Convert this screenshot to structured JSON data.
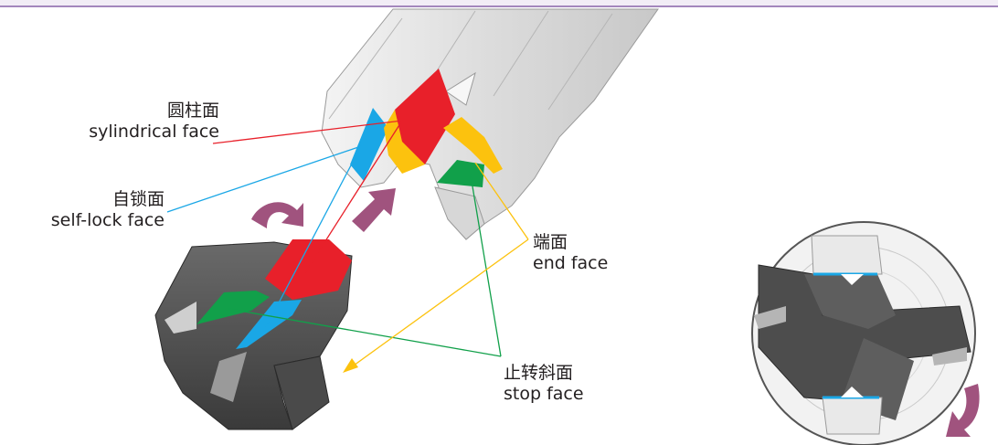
{
  "labels": {
    "cylindrical": {
      "cn": "圆柱面",
      "en": "sylindrical face"
    },
    "self_lock": {
      "cn": "自锁面",
      "en": "self-lock face"
    },
    "end": {
      "cn": "端面",
      "en": "end face"
    },
    "stop": {
      "cn": "止转斜面",
      "en": "stop face"
    }
  },
  "colors": {
    "cylindrical": "#e8202a",
    "self_lock": "#1aa7e6",
    "end": "#fcc20e",
    "stop": "#11a04a",
    "arrow": "#a0537e",
    "steel": "#5a5a5a",
    "body_light": "#e6e6e6"
  }
}
